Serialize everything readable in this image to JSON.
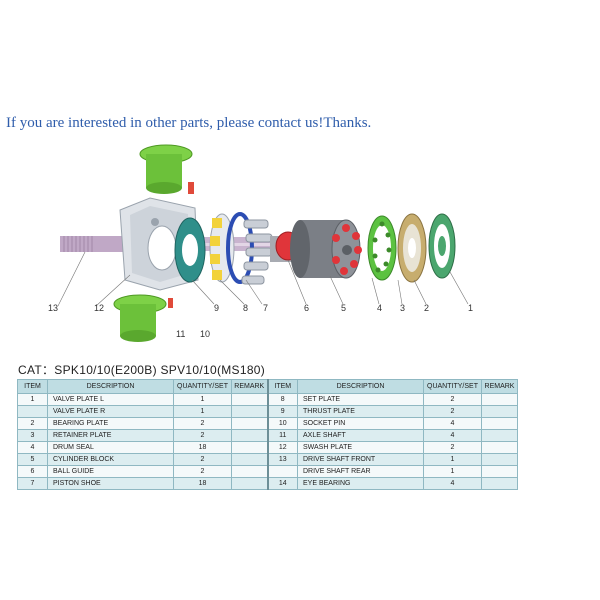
{
  "notice_text": "If you are interested in other parts, please contact us!Thanks.",
  "catalog_title": "CAT：SPK10/10(E200B)  SPV10/10(MS180)",
  "diagram": {
    "callouts": [
      "13",
      "12",
      "9",
      "8",
      "7",
      "6",
      "5",
      "4",
      "3",
      "2",
      "1",
      "11",
      "10"
    ]
  },
  "table": {
    "headers": [
      "ITEM",
      "DESCRIPTION",
      "QUANTITY/SET",
      "REMARK",
      "ITEM",
      "DESCRIPTION",
      "QUANTITY/SET",
      "REMARK"
    ],
    "left": [
      {
        "item": "1",
        "desc": "VALVE PLATE    L",
        "qty": "1"
      },
      {
        "item": "",
        "desc": "VALVE PLATE    R",
        "qty": "1"
      },
      {
        "item": "2",
        "desc": "BEARING PLATE",
        "qty": "2"
      },
      {
        "item": "3",
        "desc": "RETAINER PLATE",
        "qty": "2"
      },
      {
        "item": "4",
        "desc": "DRUM   SEAL",
        "qty": "18"
      },
      {
        "item": "5",
        "desc": "CYLINDER BLOCK",
        "qty": "2"
      },
      {
        "item": "6",
        "desc": "BALL GUIDE",
        "qty": "2"
      },
      {
        "item": "7",
        "desc": "PISTON SHOE",
        "qty": "18"
      }
    ],
    "right": [
      {
        "item": "8",
        "desc": "SET PLATE",
        "qty": "2"
      },
      {
        "item": "9",
        "desc": "THRUST PLATE",
        "qty": "2"
      },
      {
        "item": "10",
        "desc": "SOCKET PIN",
        "qty": "4"
      },
      {
        "item": "11",
        "desc": "AXLE SHAFT",
        "qty": "4"
      },
      {
        "item": "12",
        "desc": "SWASH PLATE",
        "qty": "2"
      },
      {
        "item": "13",
        "desc": "DRIVE SHAFT FRONT",
        "qty": "1"
      },
      {
        "item": "",
        "desc": "DRIVE SHAFT REAR",
        "qty": "1"
      },
      {
        "item": "14",
        "desc": "EYE BEARING",
        "qty": "4"
      }
    ]
  }
}
